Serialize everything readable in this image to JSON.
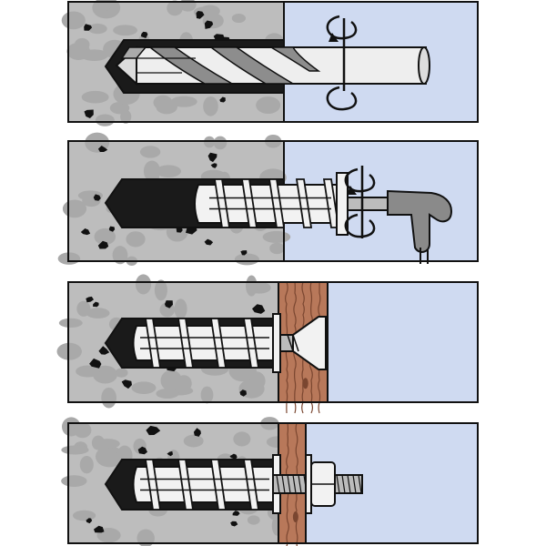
{
  "diagram": {
    "kind": "installation-steps",
    "step_count": 4,
    "labels": [],
    "colors": {
      "background": "#ffffff",
      "concrete": "#bdbdbd",
      "concrete_speckle": "#a9a9a9",
      "aggregate": "#111111",
      "air": "#cfdaf1",
      "hole": "#1a1a1a",
      "anchor": "#f2f2f2",
      "metal": "#bcbcbc",
      "drill_dark": "#8d8d8d",
      "wood": "#b8785a",
      "wood_grain": "#7a4630",
      "tool": "#8a8a8a",
      "outline": "#111111"
    },
    "steps": [
      {
        "id": 1,
        "action": "drill-hole",
        "tool": "drill-bit",
        "rotation-icon": true
      },
      {
        "id": 2,
        "action": "insert-sleeve-with-tool",
        "tool": "setting-key",
        "rotation-icon": true
      },
      {
        "id": 3,
        "action": "fix-with-countersunk-screw",
        "fixture": "wood-board"
      },
      {
        "id": 4,
        "action": "fix-with-threaded-rod-and-nut",
        "fixture": "wood-board"
      }
    ]
  }
}
